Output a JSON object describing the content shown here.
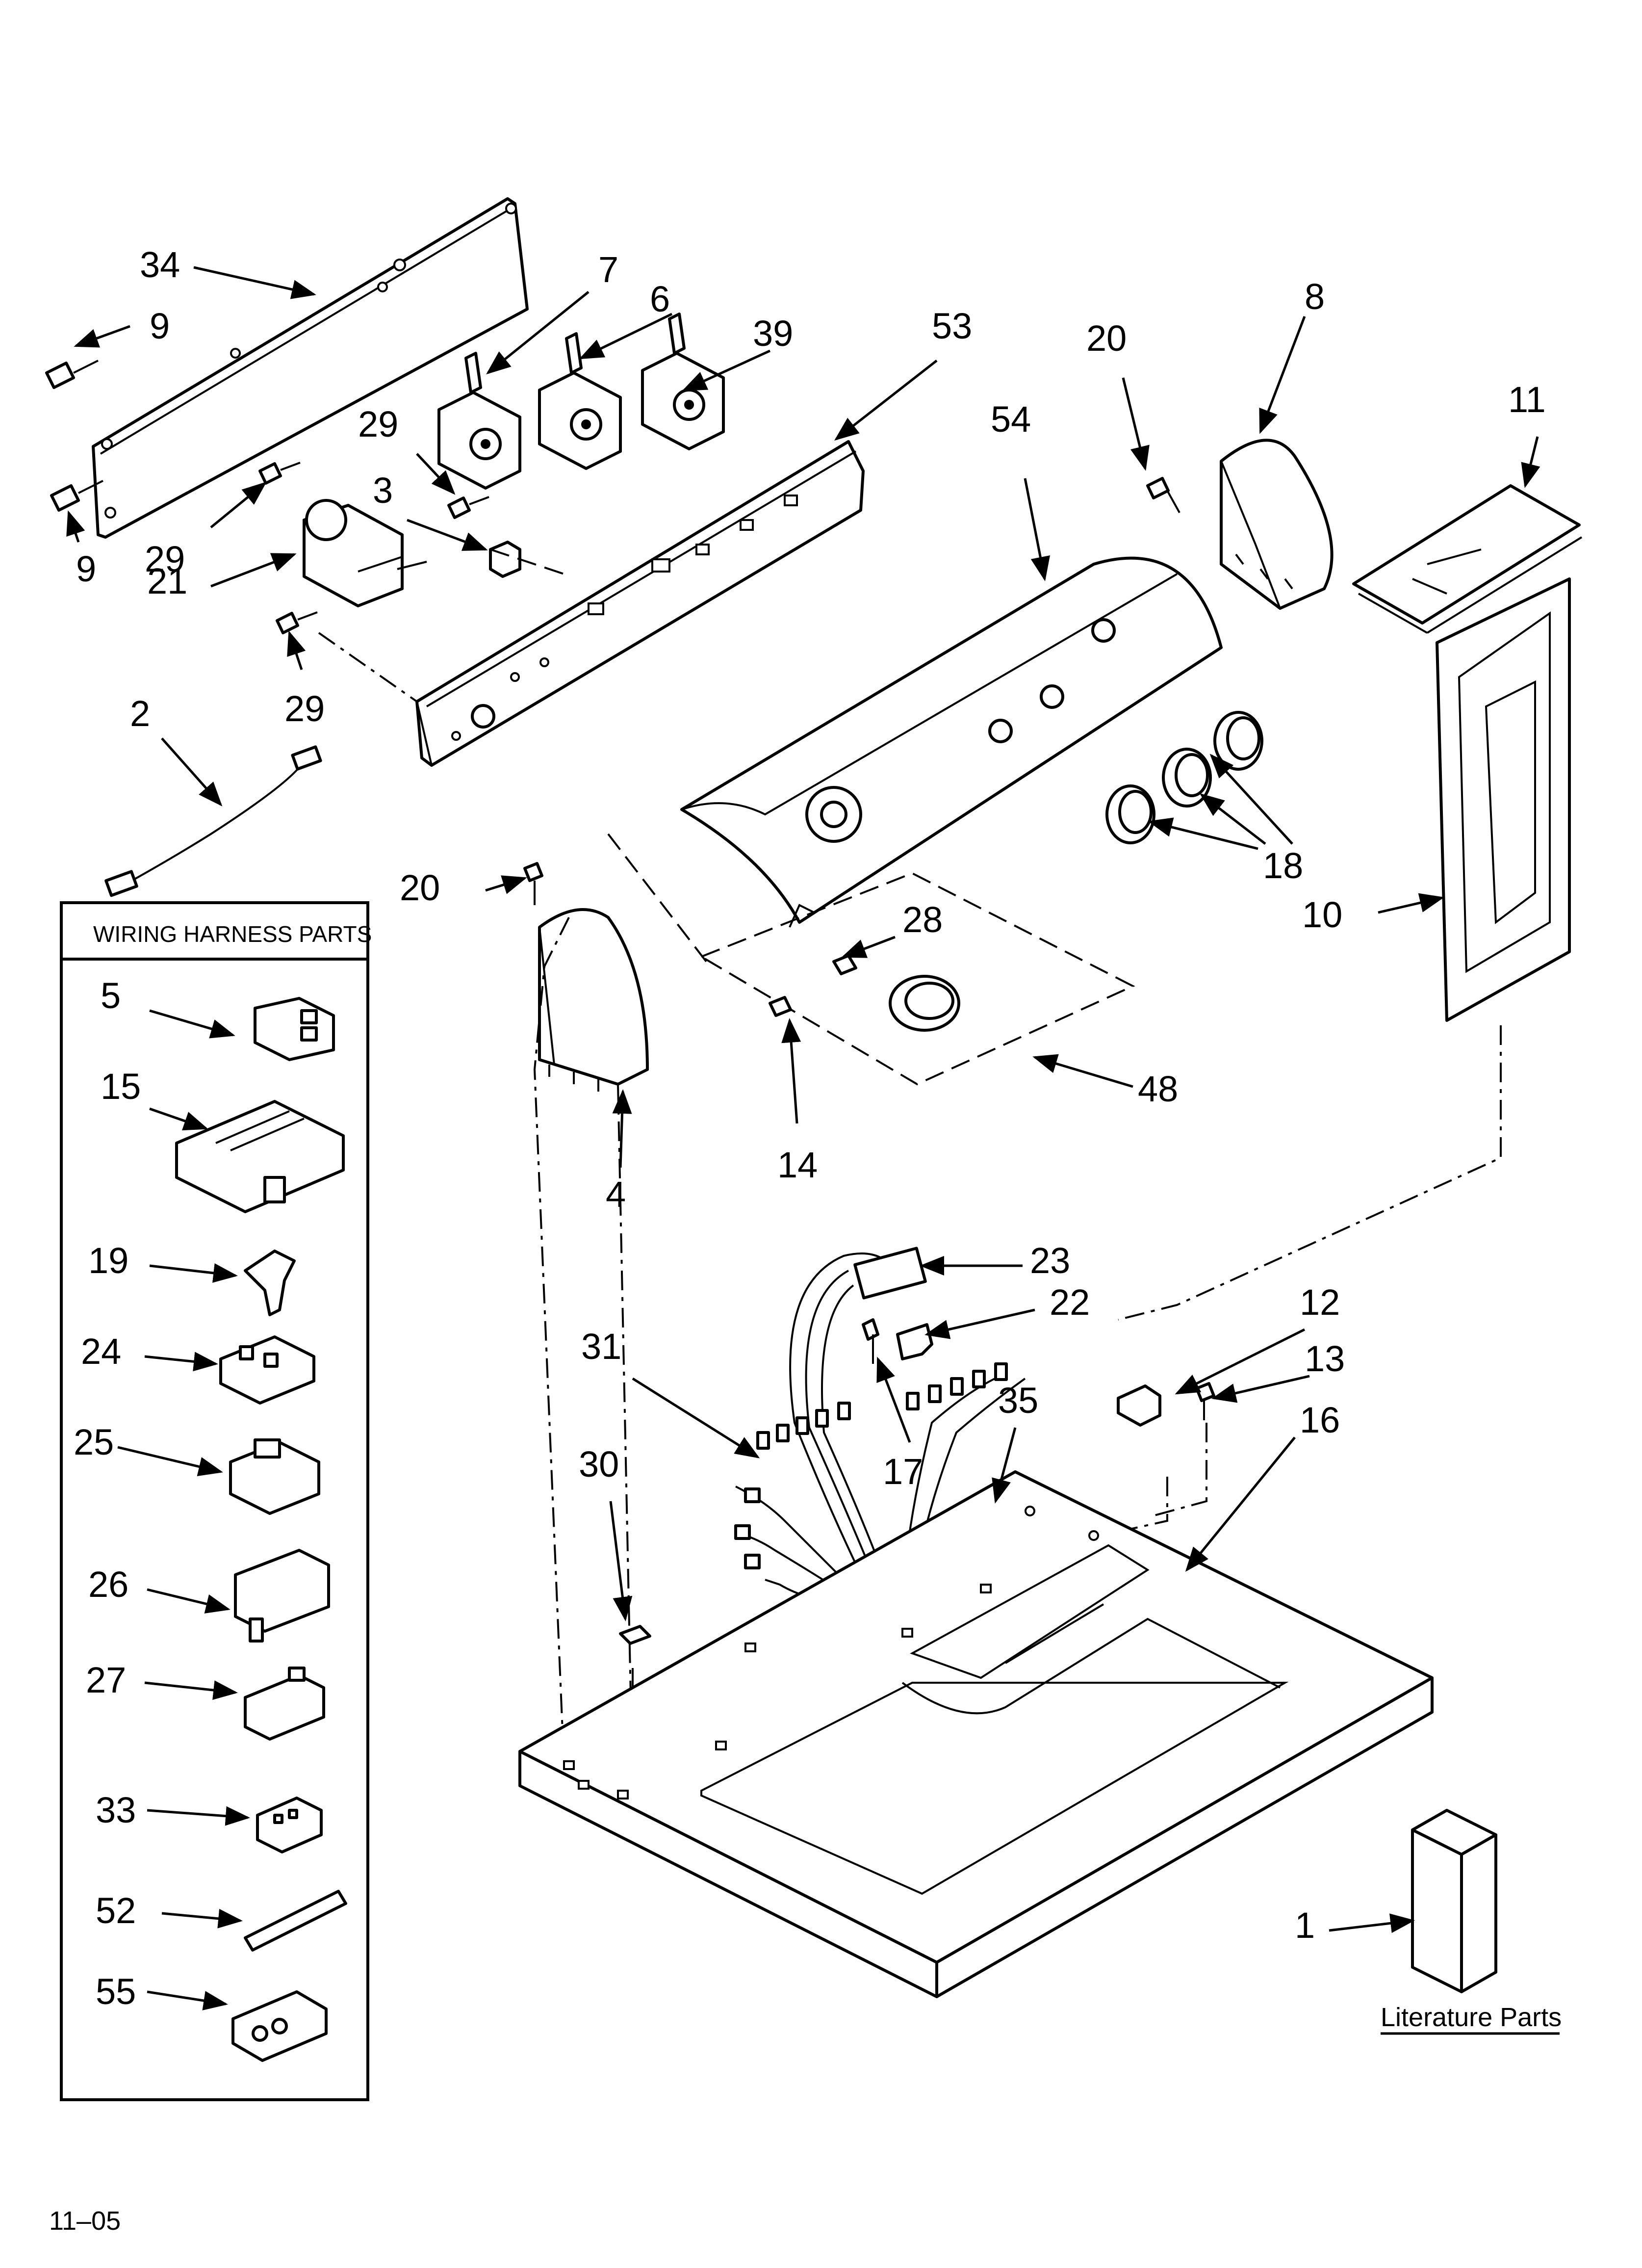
{
  "diagram": {
    "callouts": [
      "34",
      "9",
      "9",
      "29",
      "29",
      "29",
      "21",
      "3",
      "7",
      "6",
      "39",
      "53",
      "54",
      "20",
      "20",
      "8",
      "11",
      "10",
      "18",
      "28",
      "48",
      "14",
      "2",
      "4",
      "23",
      "22",
      "12",
      "13",
      "16",
      "31",
      "17",
      "35",
      "30",
      "1"
    ],
    "wiring_box": {
      "title": "WIRING HARNESS PARTS",
      "items": [
        "5",
        "15",
        "19",
        "24",
        "25",
        "26",
        "27",
        "33",
        "52",
        "55"
      ]
    },
    "literature_label": "Literature Parts",
    "date_code": "11–05"
  }
}
